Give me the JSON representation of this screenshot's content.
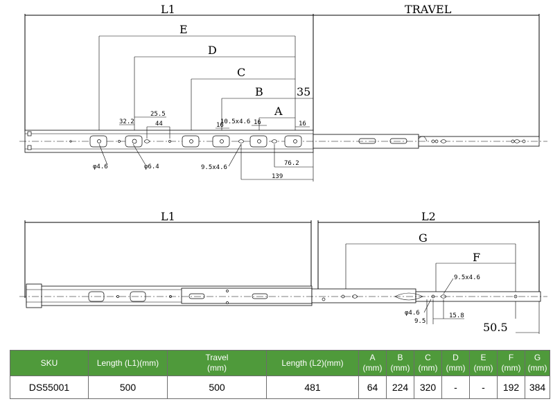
{
  "top_view": {
    "labels": {
      "l1": "L1",
      "travel": "TRAVEL",
      "e": "E",
      "d": "D",
      "c": "C",
      "b": "B",
      "a": "A",
      "dim_35": "35"
    },
    "dims": {
      "d32_2": "32.2",
      "d25_5": "25.5",
      "d44": "44",
      "d16a": "16",
      "d10_5x4_6": "10.5x4.6",
      "d16b": "16",
      "d16c": "16",
      "phi4_6": "φ4.6",
      "phi6_4": "φ6.4",
      "d9_5x4_6": "9.5x4.6",
      "d76_2": "76.2",
      "d139": "139"
    }
  },
  "bottom_view": {
    "labels": {
      "l1": "L1",
      "l2": "L2",
      "g": "G",
      "f": "F",
      "dim_50_5": "50.5"
    },
    "dims": {
      "d9_5x4_6": "9.5x4.6",
      "phi4_6": "φ4.6",
      "d9_5": "9.5",
      "d15_8": "15.8"
    }
  },
  "table": {
    "headers": {
      "sku": "SKU",
      "l1": "Length (L1)(mm)",
      "travel": "Travel",
      "travel_unit": "(mm)",
      "l2": "Length (L2)(mm)",
      "a": "A",
      "b": "B",
      "c": "C",
      "d": "D",
      "e": "E",
      "f": "F",
      "g": "G",
      "unit": "(mm)"
    },
    "row": {
      "sku": "DS55001",
      "l1": "500",
      "travel": "500",
      "l2": "481",
      "a": "64",
      "b": "224",
      "c": "320",
      "d": "-",
      "e": "-",
      "f": "192",
      "g": "384"
    }
  },
  "colors": {
    "header_bg": "#4f9a3b",
    "header_text": "#ffffff",
    "grid": "#6c6c6c"
  }
}
